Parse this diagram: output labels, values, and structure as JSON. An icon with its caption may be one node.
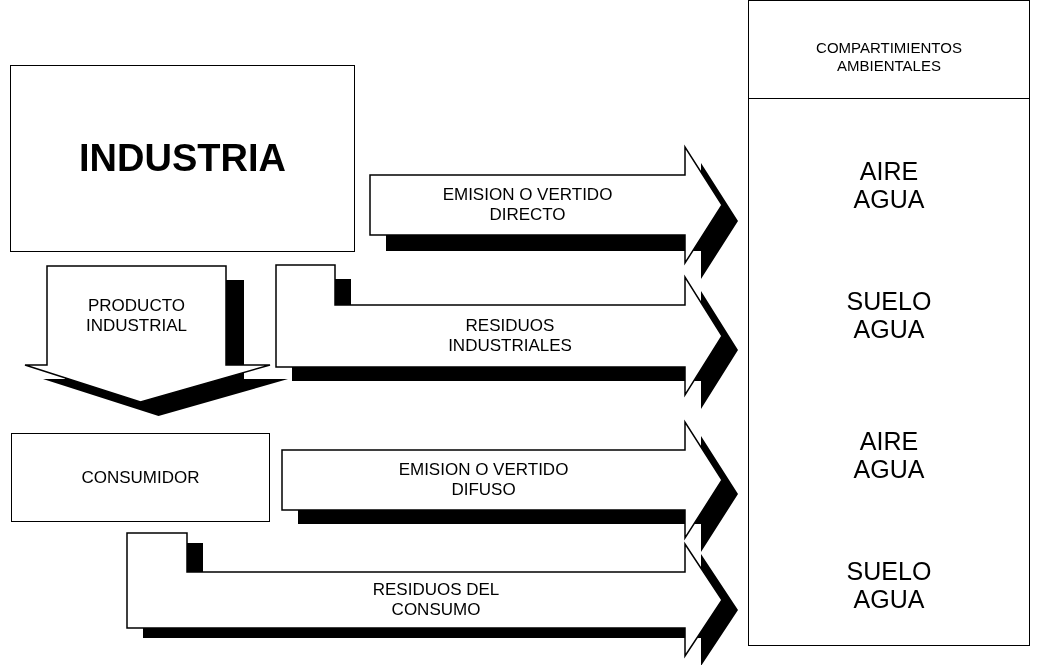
{
  "diagram": {
    "nodes": [
      {
        "text": [
          "INDUSTRIA"
        ]
      },
      {
        "text": [
          "CONSUMIDOR"
        ]
      },
      {
        "text": [
          "COMPARTIMIENTOS AMBIENTALES"
        ]
      },
      {
        "text": [
          "AIRE AGUA"
        ],
        "in": 2
      },
      {
        "text": [
          "SUELO AGUA"
        ],
        "in": 2
      },
      {
        "text": [
          "AIRE AGUA"
        ],
        "in": 2
      },
      {
        "text": [
          "SUELO AGUA"
        ],
        "in": 2
      }
    ],
    "edges": [
      {
        "from": 0,
        "to": 3,
        "arrow": "to",
        "label": "EMISION O VERTIDO DIRECTO",
        "style": "thick"
      },
      {
        "from": 0,
        "to": 1,
        "arrow": "to",
        "label": "PRODUCTO INDUSTRIAL",
        "style": "thick"
      },
      {
        "from": 0,
        "to": 4,
        "arrow": "to",
        "label": "RESIDUOS INDUSTRIALES",
        "style": "thick"
      },
      {
        "from": 1,
        "to": 5,
        "arrow": "to",
        "label": "EMISION O VERTIDO DIFUSO",
        "style": "thick"
      },
      {
        "from": 1,
        "to": 6,
        "arrow": "to",
        "label": "RESIDUOS DEL CONSUMO",
        "style": "thick"
      }
    ]
  }
}
